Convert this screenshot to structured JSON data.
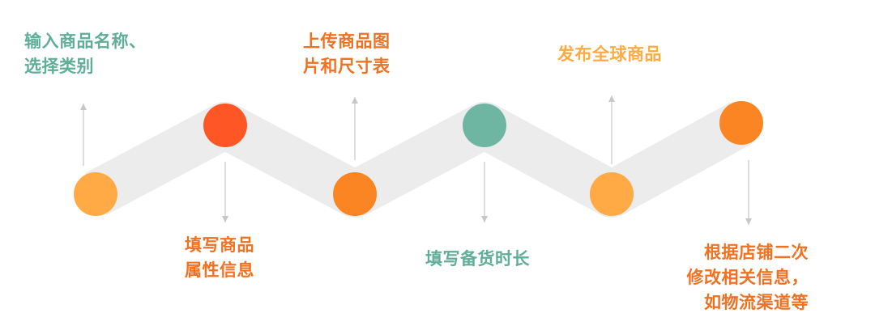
{
  "steps": [
    {
      "text": "输入商品名称、\n选择类别",
      "color": "#5fae98",
      "node_color": "#ffaa44"
    },
    {
      "text": "填写商品\n属性信息",
      "color": "#f07122",
      "node_color": "#ff5626"
    },
    {
      "text": "上传商品图\n片和尺寸表",
      "color": "#f07122",
      "node_color": "#fb8522"
    },
    {
      "text": "填写备货时长",
      "color": "#5fae98",
      "node_color": "#6fb6a2"
    },
    {
      "text": "发布全球商品",
      "color": "#ffaa44",
      "node_color": "#ffaa44"
    },
    {
      "text": "根据店铺二次\n修改相关信息，\n如物流渠道等",
      "color": "#f07122",
      "node_color": "#fb8522"
    }
  ],
  "colors": {
    "band": "#ececec",
    "arrow": "#c7c7c7"
  }
}
